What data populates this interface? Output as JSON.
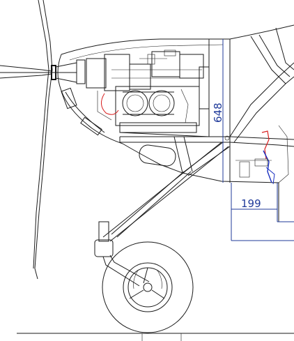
{
  "drawing": {
    "dimensions": [
      {
        "id": "height",
        "value": "648"
      },
      {
        "id": "length",
        "value": "199"
      }
    ]
  },
  "colors": {
    "line": "#1a1a1a",
    "dimension": "#1f3a9a",
    "accent_red": "#d82020",
    "accent_blue": "#1a30c0"
  },
  "icons": [
    "propeller-icon",
    "engine-icon",
    "landing-gear-icon",
    "wheel-icon",
    "rudder-pedal-icon"
  ]
}
